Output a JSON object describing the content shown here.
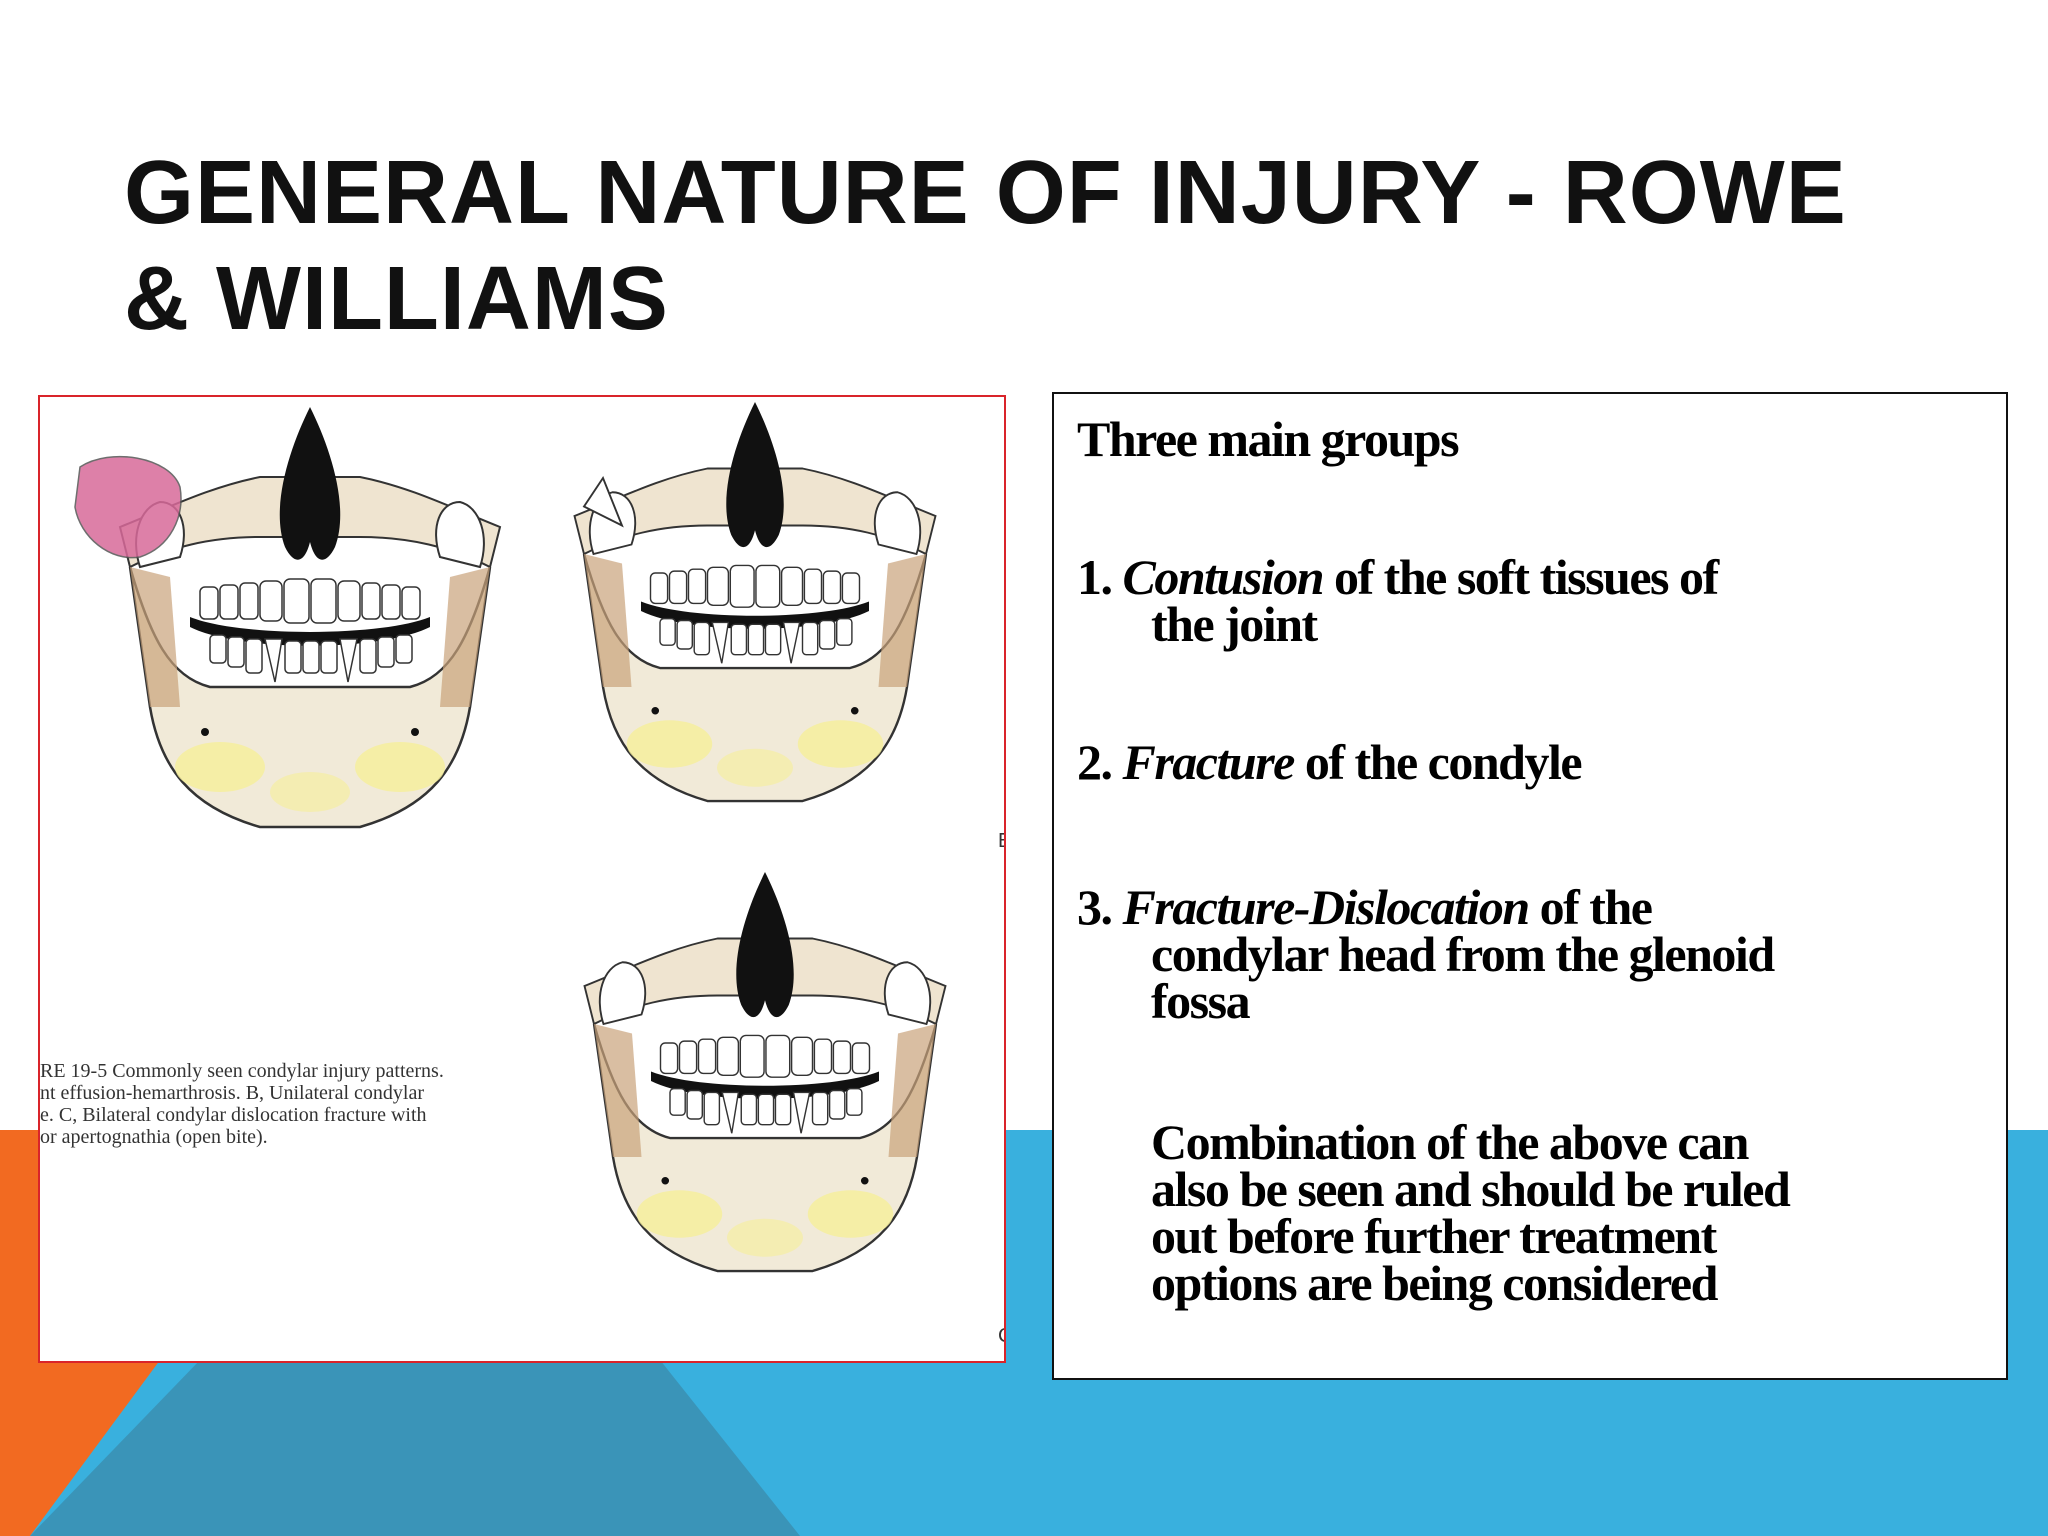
{
  "title": "GENERAL NATURE OF INJURY - ROWE & WILLIAMS",
  "figure": {
    "caption_lines": [
      "RE 19-5   Commonly seen condylar injury patterns.",
      "nt effusion-hemarthrosis. B, Unilateral condylar",
      "e. C, Bilateral condylar dislocation fracture with",
      "or apertognathia (open bite)."
    ],
    "edge_letters": [
      "E",
      "C"
    ]
  },
  "content": {
    "heading": "Three main groups",
    "item1": {
      "num": "1.",
      "term": "Contusion",
      "rest_a": "of the soft tissues of",
      "rest_b": "the joint"
    },
    "item2": {
      "num": "2.",
      "term": "Fracture",
      "rest": "of the condyle"
    },
    "item3": {
      "num": "3.",
      "term": "Fracture-Dislocation",
      "rest_a": "of the",
      "rest_b": "condylar head from the glenoid",
      "rest_c": "fossa"
    },
    "note_lines": [
      "Combination of the above can",
      "also be seen and should be ruled",
      "out before further treatment",
      "options are being considered"
    ]
  },
  "colors": {
    "orange": "#f26a21",
    "blue": "#39b0de",
    "dark_blue": "#3a94b8",
    "figure_border": "#d9242a"
  }
}
